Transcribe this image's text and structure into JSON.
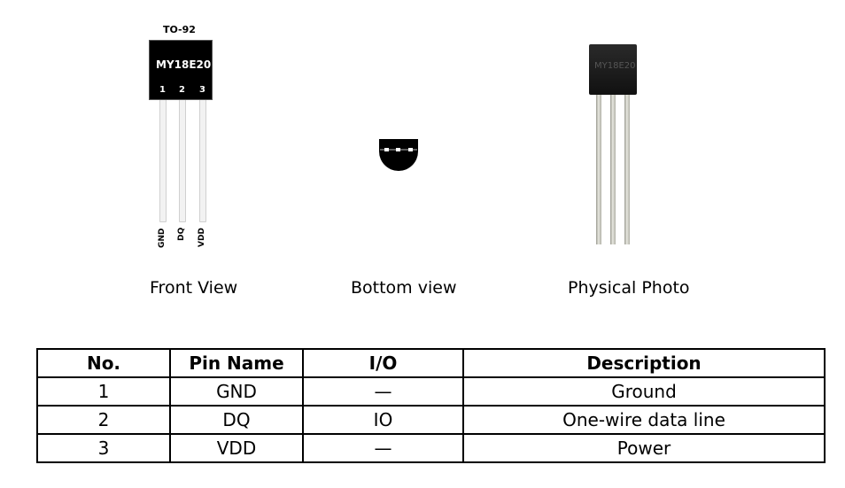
{
  "front_view": {
    "package": "TO-92",
    "marking": "MY18E20",
    "pin_numbers": [
      "1",
      "2",
      "3"
    ],
    "pin_labels": [
      "GND",
      "DQ",
      "VDD"
    ],
    "caption": "Front View"
  },
  "bottom_view": {
    "caption": "Bottom view"
  },
  "photo": {
    "marking": "MY18E20",
    "caption": "Physical Photo"
  },
  "table": {
    "headers": [
      "No.",
      "Pin Name",
      "I/O",
      "Description"
    ],
    "rows": [
      [
        "1",
        "GND",
        "—",
        "Ground"
      ],
      [
        "2",
        "DQ",
        "IO",
        "One-wire data line"
      ],
      [
        "3",
        "VDD",
        "—",
        "Power"
      ]
    ]
  }
}
